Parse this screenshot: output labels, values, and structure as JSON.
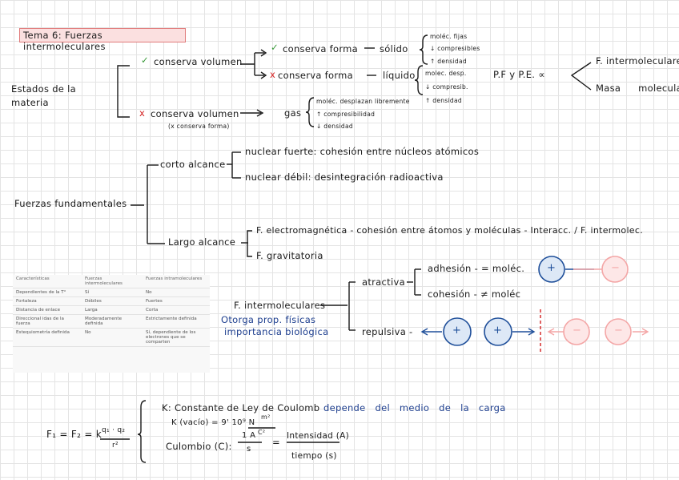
{
  "title": "Tema 6: Fuerzas intermoleculares",
  "estados": {
    "root": "Estados de la materia",
    "check_mark": "✓",
    "cross_mark": "x",
    "conserva_volumen": "conserva volumen",
    "conserva_forma": "conserva forma",
    "solido": "sólido",
    "liquido": "líquido",
    "no_conserva_volumen": "conserva volumen",
    "no_conserva_forma": "(x conserva forma)",
    "gas": "gas",
    "solido_props": [
      "moléc. fijas",
      "↓ compresibles",
      "↑ densidad"
    ],
    "liquido_props": [
      "molec. desp.",
      "↓ compresib.",
      "↑ densidad"
    ],
    "gas_props": [
      "moléc. desplazan libremente",
      "↑ compresibilidad",
      "↓ densidad"
    ],
    "pf_pe": "P.F y P.E. ∝",
    "f_intermoleculares": "F. intermoleculares",
    "masa_molecular": "Masa molecular"
  },
  "fuerzas": {
    "root": "Fuerzas fundamentales",
    "corto_alcance": "corto alcance",
    "nuclear_fuerte": "nuclear fuerte: cohesión entre núcleos atómicos",
    "nuclear_debil": "nuclear débil: desintegración radioactiva",
    "largo_alcance": "Largo alcance",
    "electromagnetica": "F. electromagnética - cohesión entre átomos y moléculas - Interacc. / F. intermolec.",
    "gravitatoria": "F. gravitatoria"
  },
  "intermoleculares": {
    "root": "F. intermoleculares",
    "note_line1": "Otorga prop. físicas",
    "note_line2": "importancia biológica",
    "atractiva": "atractiva",
    "adhesion": "adhesión - = moléc.",
    "cohesion": "cohesión - ≠ moléc",
    "repulsiva": "repulsiva -",
    "plus": "+",
    "minus": "−"
  },
  "table": {
    "headers": [
      "Características",
      "Fuerzas intermoleculares",
      "Fuerzas intramoleculares"
    ],
    "rows": [
      [
        "Dependientes de la T°",
        "Sí",
        "No"
      ],
      [
        "Fortaleza",
        "Débiles",
        "Fuertes"
      ],
      [
        "Distancia de enlace",
        "Larga",
        "Corta"
      ],
      [
        "Direccional idas de la fuerza",
        "Moderadamente definida",
        "Estrictamente definida"
      ],
      [
        "Estequiometría definida",
        "No",
        "Sí, dependiente de los electrones que se comparten"
      ]
    ]
  },
  "coulomb": {
    "formula_left": "F₁ = F₂ = k",
    "numerator": "q₁ · q₂",
    "denominator": "r²",
    "k_label": "K: Constante de Ley de Coulomb",
    "k_note": "depende del medio de la carga",
    "k_value": "K (vacío) = 9' 10⁹ N",
    "k_units_num": "m²",
    "k_units_den": "C²",
    "coulombio": "Culombio (C):",
    "c_num": "1 A",
    "c_den": "s",
    "eq": "=",
    "i_num": "Intensidad (A)",
    "i_den": "tiempo (s)"
  },
  "colors": {
    "blue_ink": "#1e3f8f",
    "green_check": "#3a9a3a",
    "red_cross": "#d32020",
    "positive_charge": "#1f4f9a",
    "negative_charge": "#f4a6a6",
    "title_highlight": "#fbe0e0"
  }
}
